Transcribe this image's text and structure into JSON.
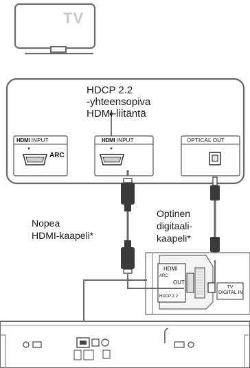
{
  "tv": {
    "label": "TV"
  },
  "receiver": {
    "hdcp_label": "HDCP 2.2\n-yhteensopiva\nHDMI-liitäntä",
    "ports": [
      {
        "brand": "HDMI",
        "name": "INPUT",
        "sub": "ARC"
      },
      {
        "brand": "HDMI",
        "name": "INPUT",
        "sub": ""
      },
      {
        "name": "OPTICAL OUT"
      }
    ]
  },
  "cables": {
    "hdmi": "Nopea\nHDMI-kaapeli*",
    "optical": "Optinen\ndigitaali-\nkaapeli*"
  },
  "tv_panel": {
    "hdmi": "HDMI",
    "arc": "ARC",
    "out": "OUT",
    "hdcp": "HDCP 2.2",
    "tv_digital_in": "TV\nDIGITAL IN"
  },
  "colors": {
    "line": "#555555",
    "cable": "#6a6a6a",
    "plug": "#3a3a3a",
    "tv_text": "#c8c8c8"
  }
}
